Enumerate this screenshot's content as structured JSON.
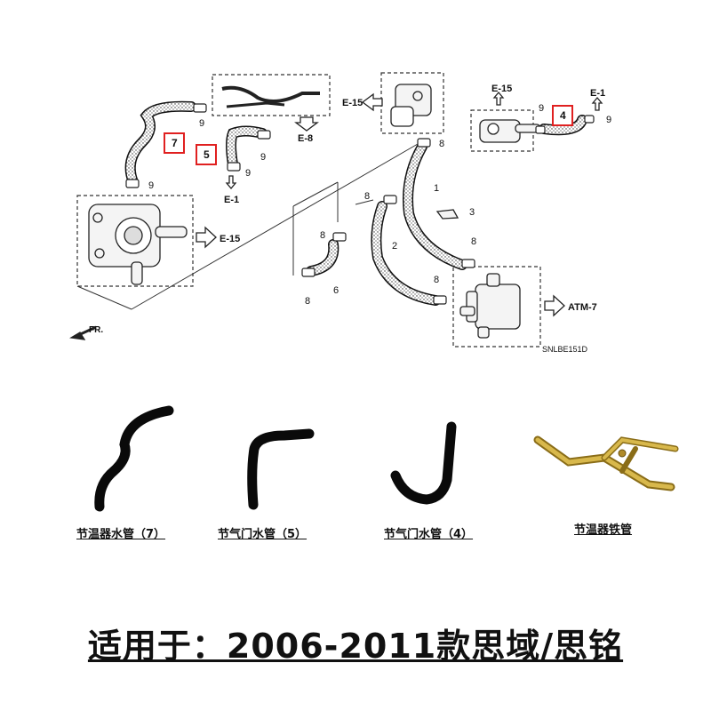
{
  "diagram": {
    "callouts": {
      "c1": "1",
      "c2": "2",
      "c3": "3",
      "c4": "4",
      "c5": "5",
      "c6": "6",
      "c7": "7",
      "c8a": "8",
      "c8b": "8",
      "c8c": "8",
      "c8d": "8",
      "c8e": "8",
      "c8f": "8",
      "c9a": "9",
      "c9b": "9",
      "c9c": "9",
      "c9d": "9",
      "c9e": "9",
      "c9f": "9"
    },
    "refs": {
      "e15_left": "E-15",
      "e15_mid": "E-15",
      "e15_right": "E-15",
      "e8": "E-8",
      "e1_left": "E-1",
      "e1_right": "E-1",
      "atm7": "ATM-7",
      "fr": "FR."
    },
    "code": "SNLBE151D"
  },
  "products": [
    {
      "caption": "节温器水管（7）"
    },
    {
      "caption": "节气门水管（5）"
    },
    {
      "caption": "节气门水管（4）"
    },
    {
      "caption": "节温器铁管"
    }
  ],
  "banner": "适用于：2006-2011款思域/思铭",
  "colors": {
    "accent_box": "#e02020",
    "hose": "#111111",
    "pipe": "#c9a43a"
  }
}
